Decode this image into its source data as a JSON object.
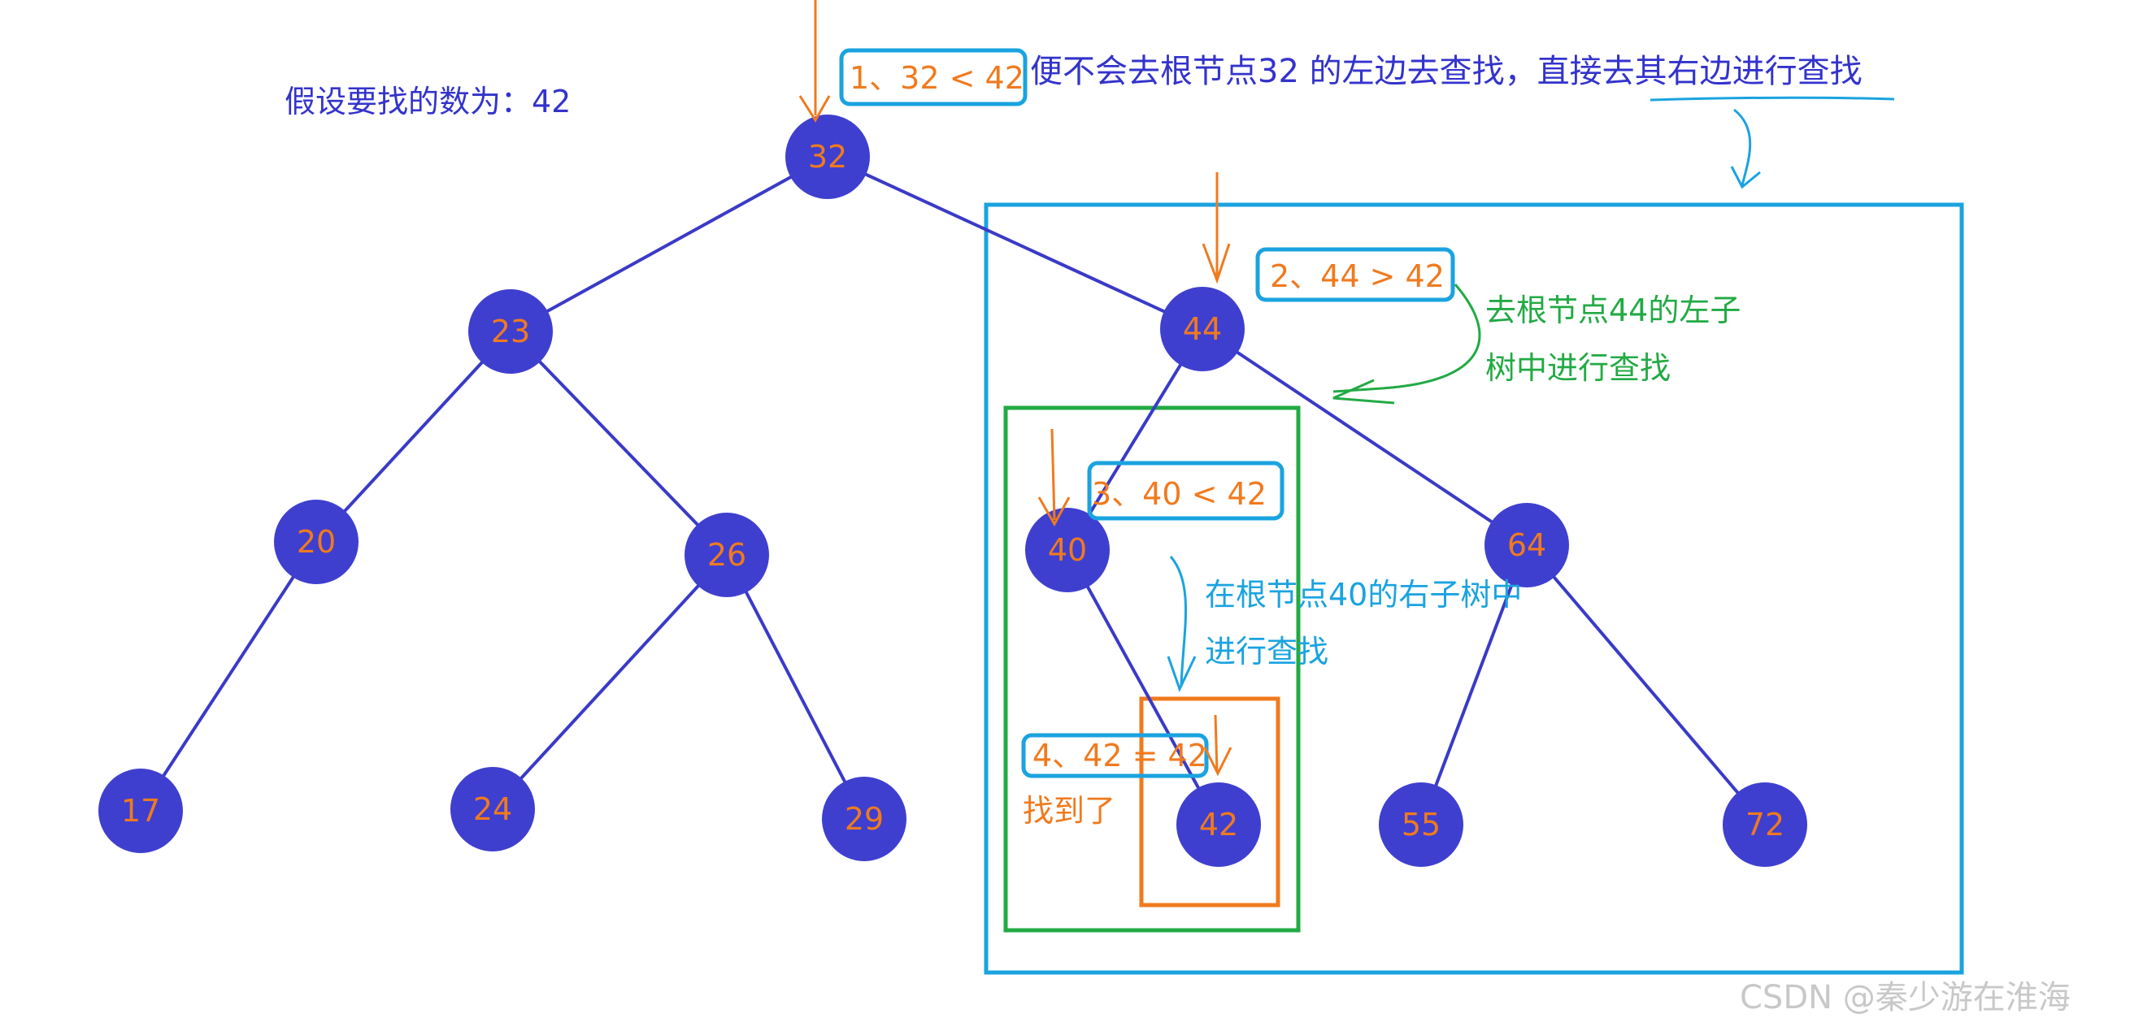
{
  "premise": "假设要找的数为：42",
  "tree": {
    "node_color": "#3f3fcf",
    "edge_color": "#3a3ac8",
    "label_color": "#f07a1e",
    "nodes": [
      {
        "id": "n32",
        "label": "32"
      },
      {
        "id": "n23",
        "label": "23"
      },
      {
        "id": "n44",
        "label": "44"
      },
      {
        "id": "n20",
        "label": "20"
      },
      {
        "id": "n26",
        "label": "26"
      },
      {
        "id": "n40",
        "label": "40"
      },
      {
        "id": "n64",
        "label": "64"
      },
      {
        "id": "n17",
        "label": "17"
      },
      {
        "id": "n24",
        "label": "24"
      },
      {
        "id": "n29",
        "label": "29"
      },
      {
        "id": "n42",
        "label": "42"
      },
      {
        "id": "n55",
        "label": "55"
      },
      {
        "id": "n72",
        "label": "72"
      }
    ],
    "edges": [
      [
        "n32",
        "n23"
      ],
      [
        "n32",
        "n44"
      ],
      [
        "n23",
        "n20"
      ],
      [
        "n23",
        "n26"
      ],
      [
        "n44",
        "n40"
      ],
      [
        "n44",
        "n64"
      ],
      [
        "n20",
        "n17"
      ],
      [
        "n26",
        "n24"
      ],
      [
        "n26",
        "n29"
      ],
      [
        "n40",
        "n42"
      ],
      [
        "n64",
        "n55"
      ],
      [
        "n64",
        "n72"
      ]
    ]
  },
  "steps": [
    {
      "label": "1、32 < 42",
      "note": "便不会去根节点32 的左边去查找，直接去其右边进行查找"
    },
    {
      "label": "2、44 > 42",
      "note_line1": "去根节点44的左子",
      "note_line2": "树中进行查找"
    },
    {
      "label": "3、40 < 42",
      "note_line1": "在根节点40的右子树中",
      "note_line2": "进行查找"
    },
    {
      "label": "4、42 = 42",
      "note": "找到了"
    }
  ],
  "colors": {
    "orange": "#f07a1e",
    "cyan": "#1aa3e0",
    "green": "#22aa44",
    "blue_text": "#3333cc"
  },
  "watermark": "CSDN @秦少游在淮海"
}
